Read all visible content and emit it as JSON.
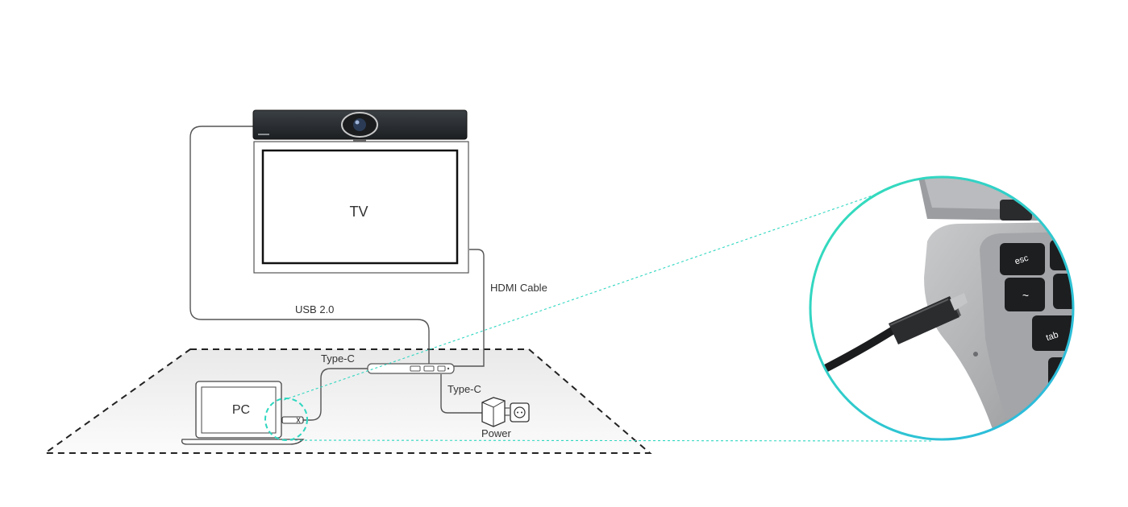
{
  "diagram": {
    "labels": {
      "tv": "TV",
      "pc": "PC",
      "usb": "USB 2.0",
      "hdmi": "HDMI Cable",
      "type_c_pc": "Type-C",
      "type_c_power": "Type-C",
      "power": "Power"
    },
    "keyboard_keys": {
      "esc": "esc",
      "tilde": "~",
      "tab": "tab"
    },
    "colors": {
      "line": "#555555",
      "accent": "#2fd7c0",
      "floor": "#f2f2f2"
    }
  }
}
